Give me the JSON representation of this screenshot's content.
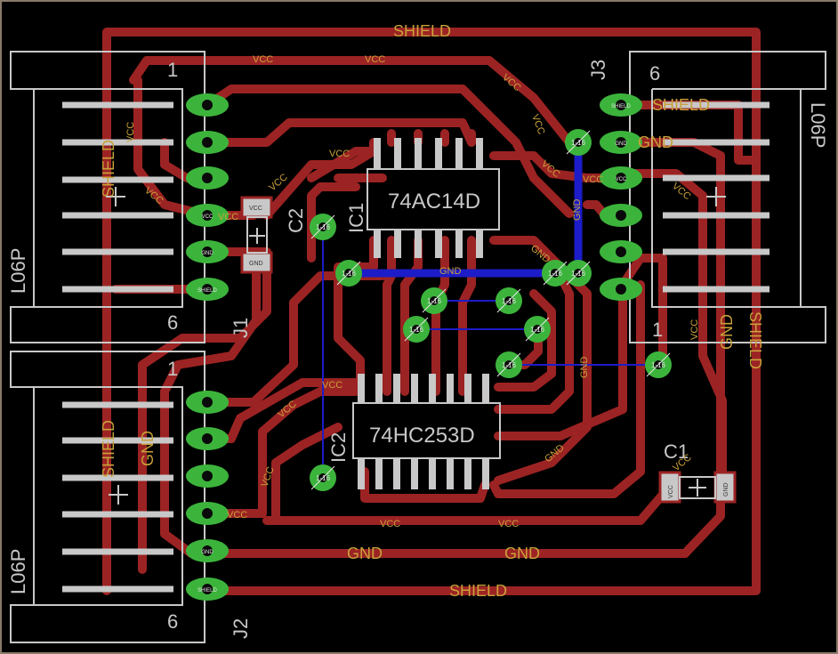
{
  "board": {
    "colors": {
      "background": "#000000",
      "top_copper": "#9c2323",
      "bottom_copper": "#1c1cc8",
      "pad": "#3cb43c",
      "silkscreen": "#c8c8c8",
      "label": "#c9a13a",
      "outline": "#8a7a6a"
    }
  },
  "connectors": {
    "j1": {
      "name": "J1",
      "package": "L06P",
      "pin_first": "1",
      "pin_last": "6"
    },
    "j2": {
      "name": "J2",
      "package": "L06P",
      "pin_first": "1",
      "pin_last": "6"
    },
    "j3": {
      "name": "J3",
      "package": "L06P",
      "pin_first": "6",
      "pin_last": "1"
    }
  },
  "ics": {
    "ic1": {
      "name": "IC1",
      "value": "74AC14D"
    },
    "ic2": {
      "name": "IC2",
      "value": "74HC253D"
    }
  },
  "caps": {
    "c1": {
      "name": "C1",
      "pad_a": "VCC",
      "pad_b": "GND"
    },
    "c2": {
      "name": "C2",
      "pad_a": "VCC",
      "pad_b": "GND"
    }
  },
  "nets": {
    "shield": "SHIELD",
    "vcc": "VCC",
    "gnd": "GND"
  },
  "pad_labels": {
    "j1": [
      "",
      "",
      "",
      "VCC",
      "GND",
      "SHIELD"
    ],
    "j2": [
      "",
      "",
      "",
      "",
      "GND",
      "SHIELD"
    ],
    "j3": [
      "SHIELD",
      "GND",
      "VCC",
      "",
      "",
      ""
    ]
  },
  "via_label": "1-16"
}
